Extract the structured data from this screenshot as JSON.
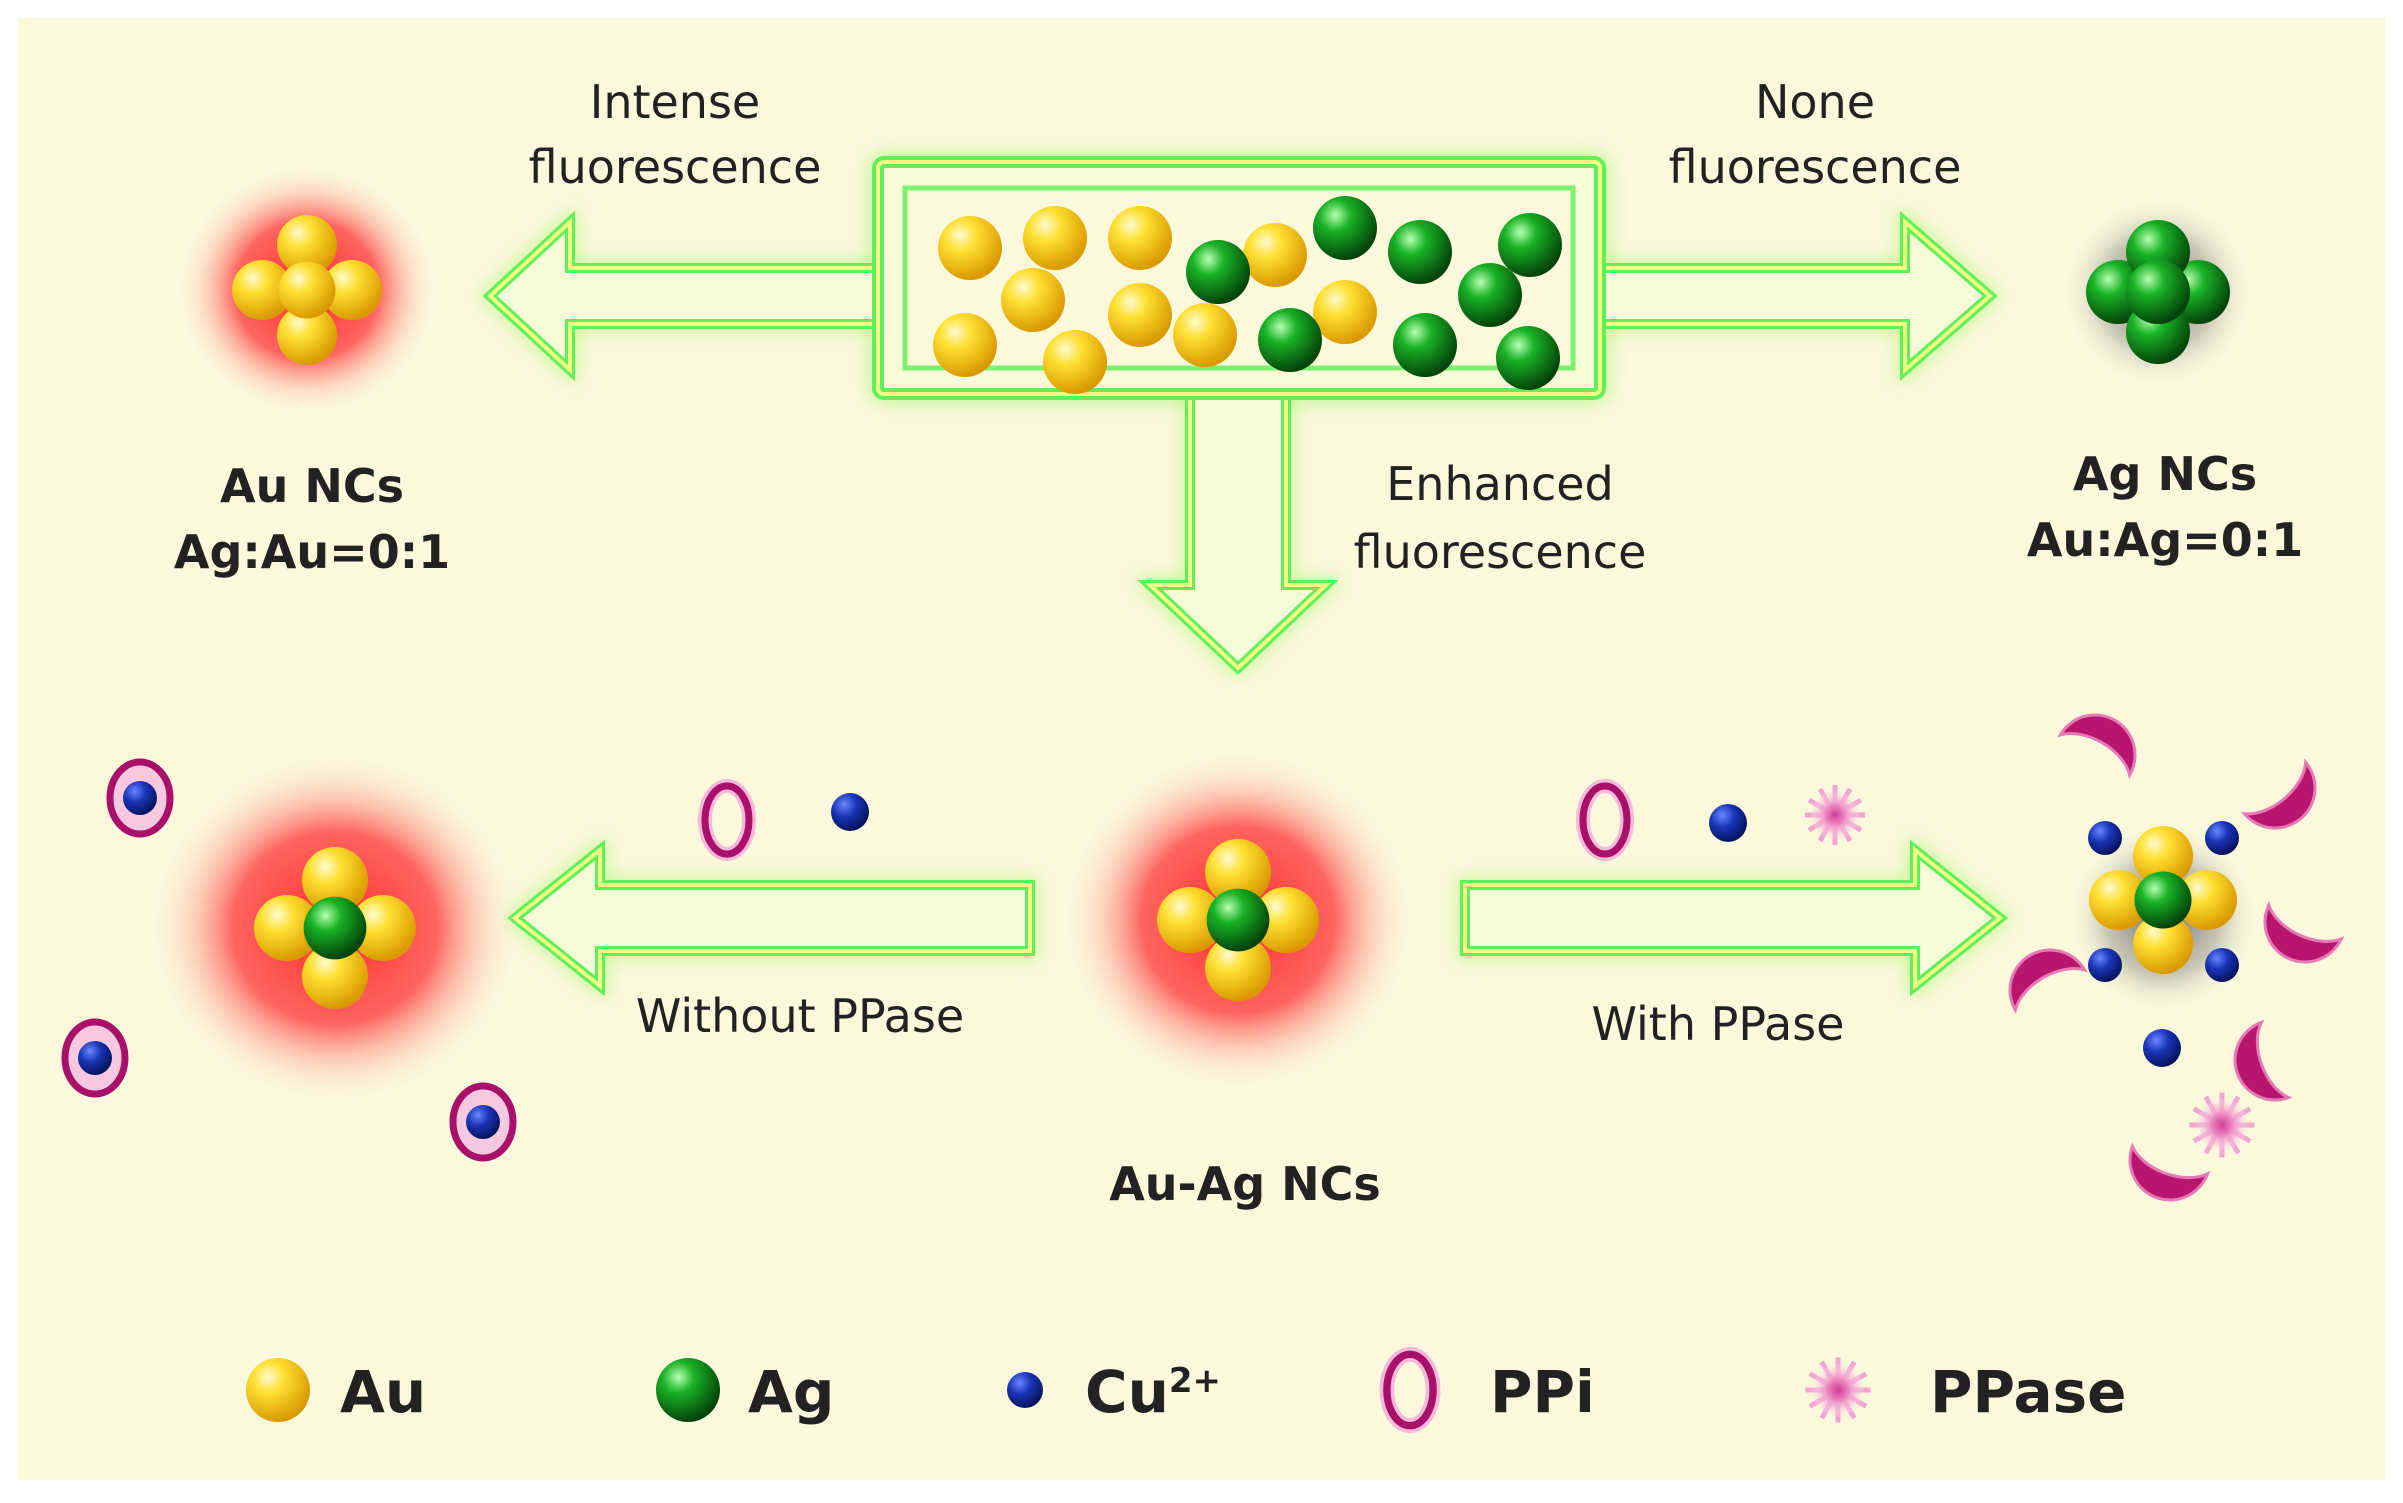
{
  "colors": {
    "background": "#fbf8dc",
    "gold": "#f2c200",
    "silver_green": "#0e8a16",
    "copper_blue": "#102a9a",
    "ppi_magenta": "#b0146f",
    "ppase_pink": "#e47ab4",
    "arrow_glow": "#5ef05a",
    "fluor_red": "#ff3030"
  },
  "top": {
    "left_arrow_label": [
      "Intense",
      "fluorescence"
    ],
    "right_arrow_label": [
      "None",
      "fluorescence"
    ],
    "down_arrow_label": [
      "Enhanced",
      "fluorescence"
    ]
  },
  "au_nc": {
    "name": "Au NCs",
    "ratio": "Ag:Au=0:1"
  },
  "ag_nc": {
    "name": "Ag NCs",
    "ratio": "Au:Ag=0:1"
  },
  "bottom": {
    "without_label": "Without PPase",
    "with_label": "With PPase",
    "center_name": "Au-Ag NCs"
  },
  "legend": [
    {
      "icon": "gold-sphere-icon",
      "label": "Au"
    },
    {
      "icon": "silver-green-sphere-icon",
      "label": "Ag"
    },
    {
      "icon": "copper-ion-icon",
      "label": "Cu",
      "sup": "2+"
    },
    {
      "icon": "ppi-ring-icon",
      "label": "PPi"
    },
    {
      "icon": "ppase-enzyme-icon",
      "label": "PPase"
    }
  ]
}
